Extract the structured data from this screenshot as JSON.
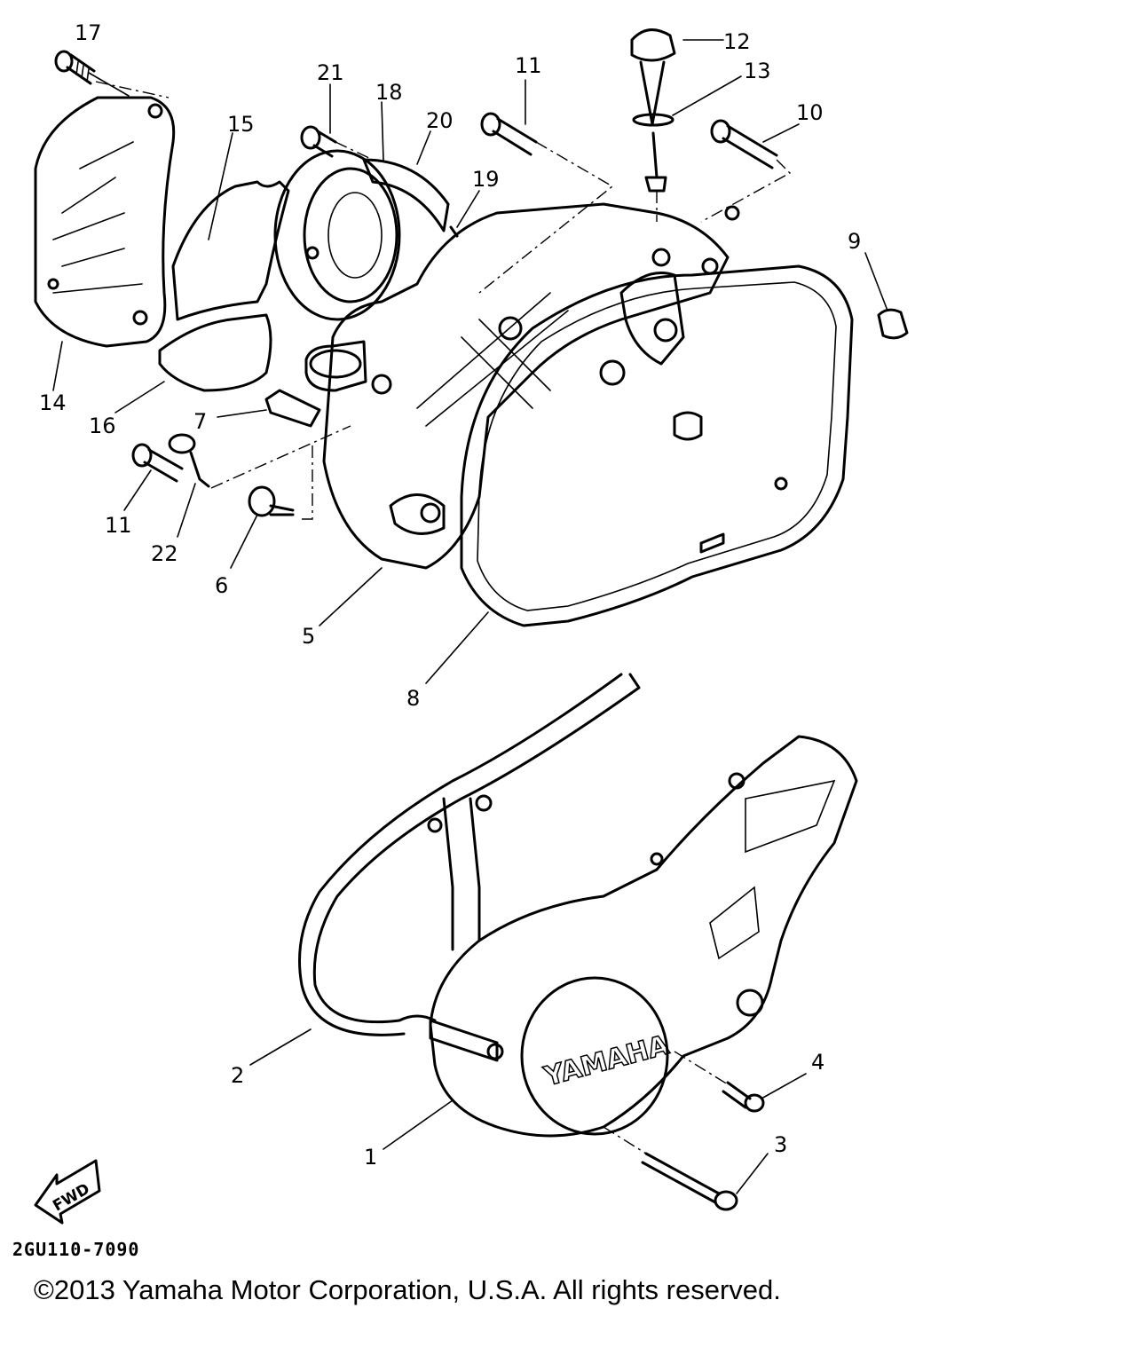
{
  "callouts": {
    "p1": "1",
    "p2": "2",
    "p3": "3",
    "p4": "4",
    "p5": "5",
    "p6": "6",
    "p7": "7",
    "p8": "8",
    "p9": "9",
    "p10": "10",
    "p11a": "11",
    "p11b": "11",
    "p12": "12",
    "p13": "13",
    "p14": "14",
    "p15": "15",
    "p16": "16",
    "p17": "17",
    "p18": "18",
    "p19": "19",
    "p20": "20",
    "p21": "21",
    "p22": "22"
  },
  "cover_logo": "YAMAHA",
  "fwd_arrow": "FWD",
  "drawing_code": "2GU110-7090",
  "copyright": "©2013 Yamaha Motor Corporation, U.S.A. All rights reserved."
}
